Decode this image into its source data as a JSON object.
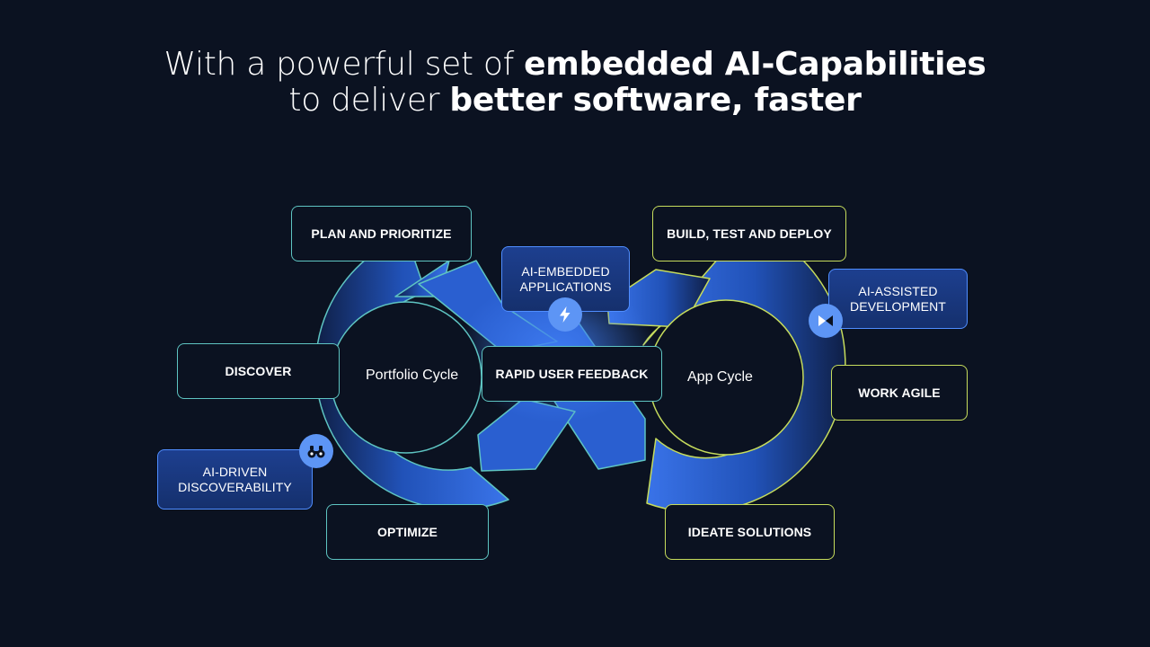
{
  "headline": {
    "line1_prefix": "With a powerful set of ",
    "line1_bold": "embedded AI-Capabilities",
    "line2_prefix": "to deliver ",
    "line2_bold": "better software, faster"
  },
  "cycles": {
    "portfolio": "Portfolio Cycle",
    "app": "App Cycle"
  },
  "steps": {
    "plan": "PLAN AND PRIORITIZE",
    "discover": "DISCOVER",
    "optimize": "OPTIMIZE",
    "feedback": "RAPID USER FEEDBACK",
    "build": "BUILD, TEST AND DEPLOY",
    "agile": "WORK AGILE",
    "ideate": "IDEATE SOLUTIONS"
  },
  "ai": {
    "embedded_line1": "AI-EMBEDDED",
    "embedded_line2": "APPLICATIONS",
    "assisted_line1": "AI-ASSISTED",
    "assisted_line2": "DEVELOPMENT",
    "driven_line1": "AI-DRIVEN",
    "driven_line2": "DISCOVERABILITY"
  },
  "icons": {
    "embedded": "lightning-icon",
    "assisted": "bowtie-icon",
    "driven": "binoculars-icon"
  },
  "colors": {
    "background": "#0b1221",
    "portfolio_outline": "#5ec4c2",
    "app_outline": "#c6dc5c",
    "ai_accent": "#4f8dff",
    "badge": "#5d95f5"
  }
}
